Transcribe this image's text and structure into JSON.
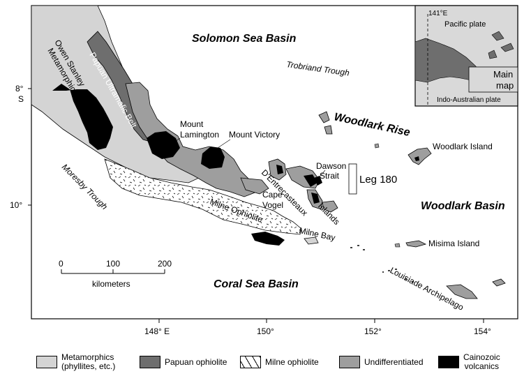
{
  "colors": {
    "metamorphics": "#d4d4d4",
    "papuan_ophiolite": "#6e6e6e",
    "undifferentiated": "#9e9e9e",
    "volcanics": "#000000",
    "ocean": "#ffffff"
  },
  "labels": {
    "solomon_sea_basin": "Solomon Sea Basin",
    "trobriand_trough": "Trobriand Trough",
    "woodlark_rise": "Woodlark Rise",
    "woodlark_island": "Woodlark Island",
    "woodlark_basin": "Woodlark Basin",
    "coral_sea_basin": "Coral Sea Basin",
    "owen_stanley": "Owen Stanley",
    "metamorphic_belt": "Metamorphic Belt",
    "papuan_ultramafic_belt": "Papuan Ultramafic Belt",
    "mount_lamington_1": "Mount",
    "mount_lamington_2": "Lamington",
    "mount_victory": "Mount Victory",
    "moresby_trough": "Moresby Trough",
    "milne_ophiolite": "Milne Ophiolite",
    "cape_vogel_1": "Cape",
    "cape_vogel_2": "Vogel",
    "dentrecasteaux": "D'Entrecasteaux",
    "islands": "Islands",
    "dawson_1": "Dawson",
    "dawson_2": "Strait",
    "milne_bay": "Milne Bay",
    "misima_island": "Misima Island",
    "louisiade": "Louisiade Archipelago",
    "leg": "Leg 180"
  },
  "axes": {
    "lat_8": "8°",
    "lat_s": "S",
    "lat_10": "10°",
    "lon_148": "148° E",
    "lon_150": "150°",
    "lon_152": "152°",
    "lon_154": "154°"
  },
  "scale_bar": {
    "tick_0": "0",
    "tick_100": "100",
    "tick_200": "200",
    "units": "kilometers"
  },
  "inset": {
    "meridian": "141°E",
    "pacific_plate": "Pacific plate",
    "main_map_1": "Main",
    "main_map_2": "map",
    "indo_australian_plate": "Indo-Australian plate"
  },
  "legend": {
    "metamorphics_1": "Metamorphics",
    "metamorphics_2": "(phyllites, etc.)",
    "papuan_ophiolite": "Papuan ophiolite",
    "milne_ophiolite": "Milne ophiolite",
    "undifferentiated": "Undifferentiated",
    "volcanics_1": "Cainozoic",
    "volcanics_2": "volcanics"
  }
}
